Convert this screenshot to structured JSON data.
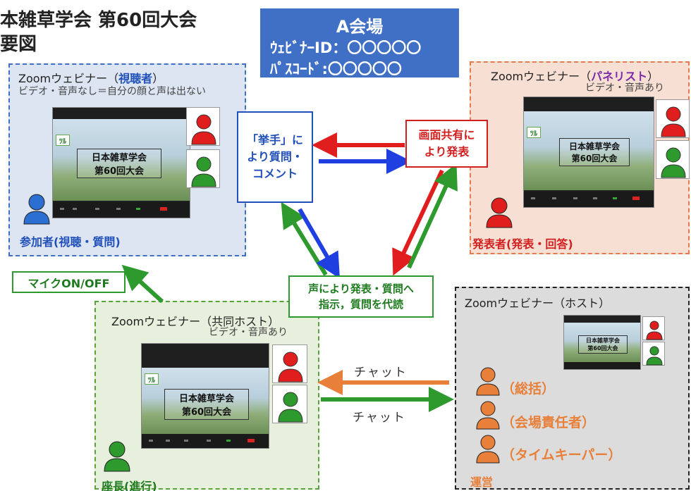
{
  "title": {
    "line1": "本雑草学会 第60回大会",
    "line2": "要図"
  },
  "venue": {
    "name": "A会場",
    "webinar_id": "ｳｪﾋﾞﾅｰID：〇〇〇〇〇",
    "passcode": "ﾊﾟｽｺｰﾄﾞ:〇〇〇〇〇"
  },
  "viewer": {
    "heading_prefix": "Zoomウェビナー（",
    "heading_role": "視聴者",
    "heading_suffix": "）",
    "sub": "ビデオ・音声なし＝自分の顔と声は出ない",
    "person": "参加者(視聴・質問)"
  },
  "panelist": {
    "heading_prefix": "Zoomウェビナー（",
    "heading_role": "パネリスト",
    "heading_suffix": "）",
    "sub": "ビデオ・音声あり",
    "person": "発表者(発表・回答)"
  },
  "cohost": {
    "heading": "Zoomウェビナー（共同ホスト）",
    "sub": "ビデオ・音声あり",
    "person": "座長(進行)"
  },
  "host": {
    "heading": "Zoomウェビナー（ホスト）",
    "roles": [
      "（総括）",
      "（会場責任者）",
      "（タイムキーパー）"
    ],
    "team": "運営"
  },
  "slide": {
    "line1": "日本雑草学会",
    "line2": "第60回大会"
  },
  "boxes": {
    "raise": [
      "「挙手」に",
      "より質問・",
      "コメント"
    ],
    "share": [
      "画面共有に",
      "より発表"
    ],
    "voice": [
      "声により発表・質問へ",
      "指示，質問を代読"
    ],
    "mic": "マイクON/OFF"
  },
  "chat": {
    "to_cohost": "チャット",
    "to_host": "チャット"
  },
  "colors": {
    "blue": "#2050b8",
    "red": "#e01e1e",
    "green": "#2e9a2e",
    "orange": "#e8803a",
    "panelist_purple": "#7a2aa8"
  }
}
